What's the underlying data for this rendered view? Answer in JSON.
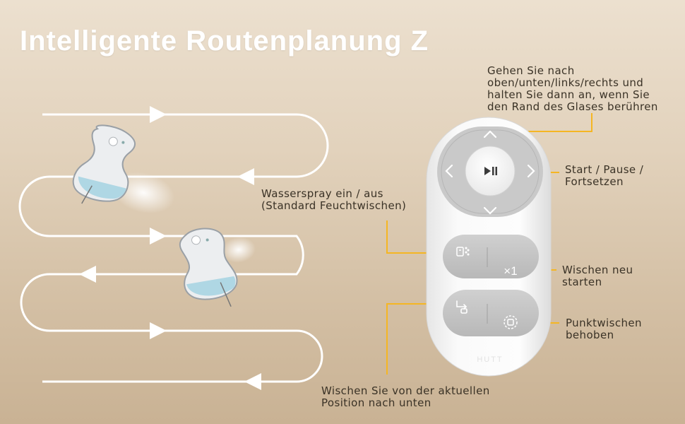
{
  "title": "Intelligente Routenplanung Z",
  "accent_color": "#f5b623",
  "annotations": {
    "direction": [
      "Gehen Sie nach",
      "oben/unten/links/rechts und",
      "halten Sie dann an, wenn Sie",
      "den Rand des Glases berühren"
    ],
    "start_pause": [
      "Start / Pause /",
      "Fortsetzen"
    ],
    "water_spray": [
      "Wasserspray ein / aus",
      "(Standard Feuchtwischen)"
    ],
    "restart": [
      "Wischen neu",
      "starten"
    ],
    "spot_clean": [
      "Punktwischen",
      "behoben"
    ],
    "wipe_down": [
      "Wischen Sie von der aktuellen",
      "Position nach unten"
    ]
  },
  "remote": {
    "brand": "HUTT",
    "restart_label": "×1",
    "play_icon": "play-pause-icon",
    "icons": [
      "chevron-up-icon",
      "chevron-down-icon",
      "chevron-left-icon",
      "chevron-right-icon",
      "spray-icon",
      "wipe-down-icon",
      "spot-clean-icon"
    ]
  }
}
